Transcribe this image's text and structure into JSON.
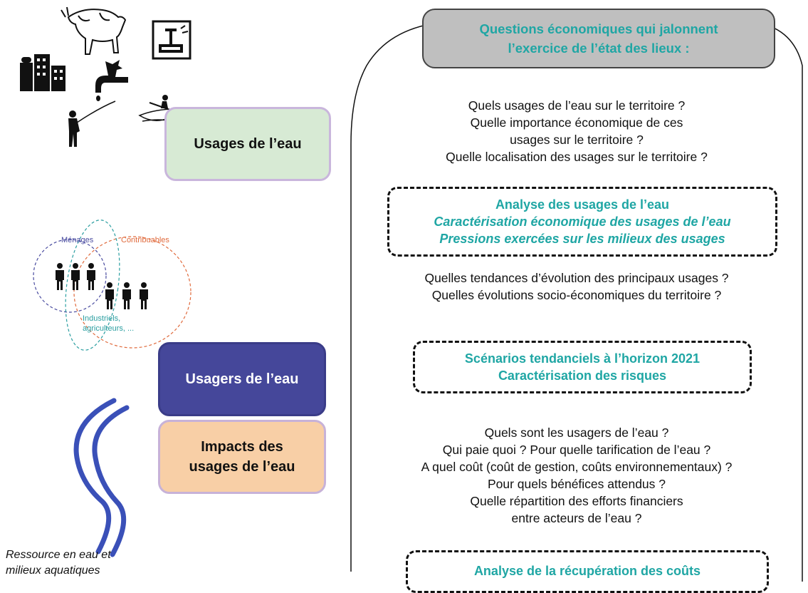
{
  "left": {
    "usages_label": "Usages de l’eau",
    "usagers_label": "Usagers de l’eau",
    "impacts_lines": [
      "Impacts des",
      "usages de l’eau"
    ],
    "ressource_lines": [
      "Ressource en eau et",
      "milieux aquatiques"
    ],
    "venn": {
      "menages": "Ménages",
      "contribuables": "Contribuables",
      "industriels_lines": [
        "Industriels,",
        "agriculteurs, ..."
      ]
    },
    "icons": [
      "cow-icon",
      "factory-icon",
      "city-buildings-icon",
      "faucet-icon",
      "fisherman-icon",
      "canoeist-icon",
      "people-icon",
      "river-icon"
    ]
  },
  "right": {
    "header_lines": [
      "Questions économiques qui jalonnent",
      "l’exercice de l’état des lieux :"
    ],
    "q1_lines": [
      "Quels usages de l’eau sur le territoire ?",
      "Quelle importance économique de ces",
      "usages sur le territoire ?",
      "Quelle localisation des usages sur le territoire ?"
    ],
    "box1": {
      "title": "Analyse des usages de l’eau",
      "line2": "Caractérisation économique des usages de l’eau",
      "line3": "Pressions exercées sur les milieux des usages"
    },
    "q2_lines": [
      "Quelles tendances d’évolution des principaux usages ?",
      "Quelles évolutions socio-économiques du territoire ?"
    ],
    "box2": {
      "line1": "Scénarios tendanciels à l’horizon 2021",
      "line2": "Caractérisation des risques"
    },
    "q3_lines": [
      "Quels sont les usagers de l’eau ?",
      "Qui paie quoi ? Pour quelle tarification de l’eau ?",
      "A quel coût (coût de gestion, coûts environnementaux) ?",
      "Pour quels bénéfices attendus ?",
      "Quelle répartition des efforts financiers",
      "entre acteurs de l’eau ?"
    ],
    "box3": {
      "line1": "Analyse de la récupération des coûts"
    }
  },
  "colors": {
    "teal": "#1fa6a4",
    "usages_fill": "#d7ead4",
    "usagers_fill": "#45479a",
    "impacts_fill": "#f8cfa6",
    "river": "#3a50b8",
    "header_fill": "#bfbfbf"
  }
}
